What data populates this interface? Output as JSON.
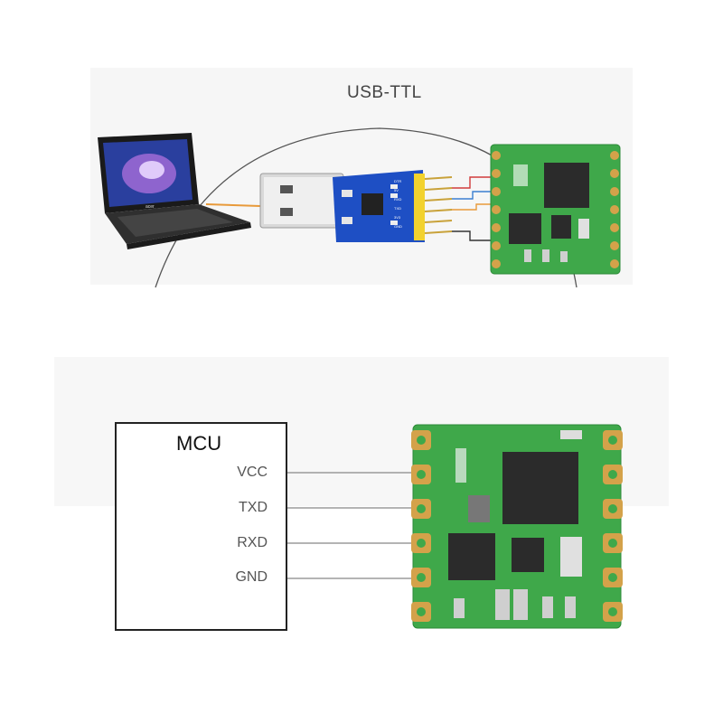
{
  "top_diagram": {
    "title": "USB-TTL",
    "adapter_pins": [
      "DTR",
      "5V",
      "RXD",
      "TXD",
      "3V3",
      "GND"
    ],
    "laptop_brand": "acer"
  },
  "bottom_diagram": {
    "mcu_label": "MCU",
    "pins": [
      "VCC",
      "TXD",
      "RXD",
      "GND"
    ]
  },
  "colors": {
    "pcb_green": "#3fa84a",
    "pad_gold": "#d4a24a",
    "chip_black": "#2b2b2b",
    "adapter_blue": "#1e4fc4",
    "header_yellow": "#f2d22e",
    "cable_orange": "#e89a3a"
  }
}
